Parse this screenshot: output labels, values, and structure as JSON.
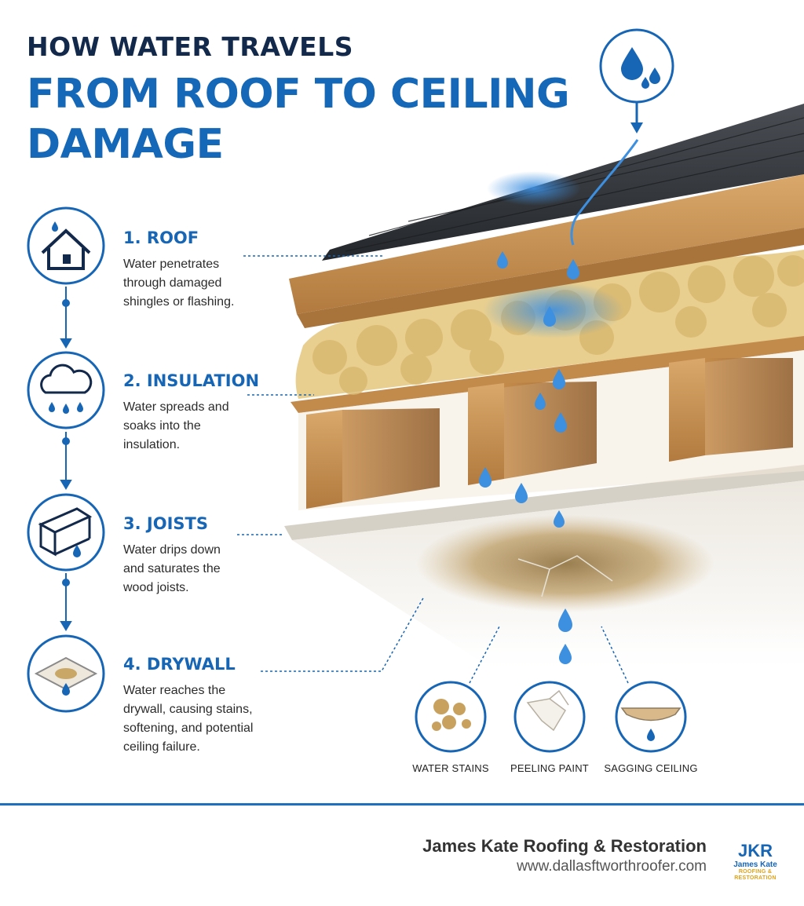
{
  "headline": {
    "line1": "HOW WATER TRAVELS",
    "line2": "FROM ROOF TO CEILING",
    "line3": "DAMAGE"
  },
  "steps": [
    {
      "title": "1. ROOF",
      "desc": [
        "Water penetrates",
        "through damaged",
        "shingles or flashing."
      ],
      "icon": "house-icon"
    },
    {
      "title": "2. INSULATION",
      "desc": [
        "Water spreads and",
        "soaks into the",
        "insulation."
      ],
      "icon": "rain-cloud-icon"
    },
    {
      "title": "3. JOISTS",
      "desc": [
        "Water drips down",
        "and saturates the",
        "wood joists."
      ],
      "icon": "wood-joist-icon"
    },
    {
      "title": "4. DRYWALL",
      "desc": [
        "Water reaches the",
        "drywall, causing stains,",
        "softening, and potential",
        "ceiling failure."
      ],
      "icon": "drywall-stain-icon"
    }
  ],
  "effects": [
    {
      "label": "WATER STAINS",
      "icon": "water-stains-icon"
    },
    {
      "label": "PEELING PAINT",
      "icon": "peeling-paint-icon"
    },
    {
      "label": "SAGGING CEILING",
      "icon": "sagging-ceiling-icon"
    }
  ],
  "brand": {
    "name": "James Kate Roofing & Restoration",
    "website": "www.dallasftworthroofer.com",
    "logo_text": "JKR",
    "logo_name": "James Kate",
    "logo_sub": [
      "ROOFING &",
      "RESTORATION"
    ]
  },
  "colors": {
    "navy": "#13294b",
    "accent_blue": "#1766b6",
    "water_blue": "#3d8fe0",
    "logo_gold": "#e0a21a"
  }
}
